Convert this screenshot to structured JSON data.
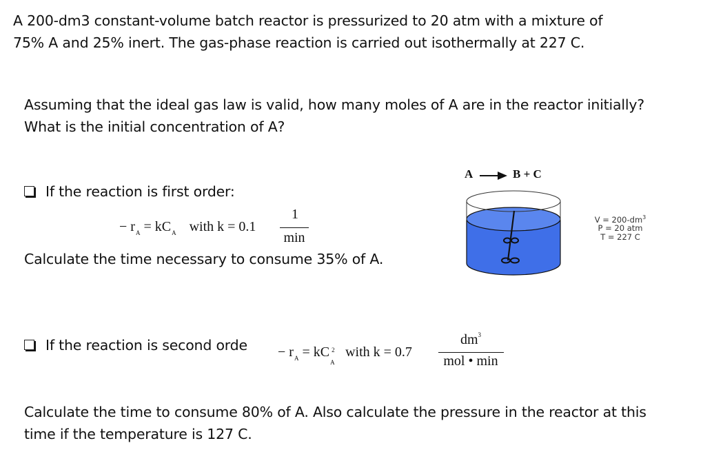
{
  "problem": {
    "intro_line1": "A 200-dm3 constant-volume batch reactor is pressurized to 20 atm with a mixture of",
    "intro_line2": "75% A and 25% inert. The gas-phase reaction is carried out isothermally at 227 C.",
    "question1_line1": "Assuming that the ideal gas law is valid, how many moles of A are in the reactor initially?",
    "question1_line2": "What is the initial concentration of A?",
    "first_order": {
      "heading": "If the reaction is first order:",
      "eq_lhs": "− r",
      "eq_sub_a": "A",
      "eq_mid": " = kC",
      "eq_sub_b": "A",
      "eq_with": "with k = 0.1",
      "k_numerator": "1",
      "k_denominator": "min",
      "task": "Calculate the time necessary to consume 35% of A."
    },
    "second_order": {
      "heading": "If the reaction is second orde",
      "eq_lhs": "− r",
      "eq_sub_a": "A",
      "eq_mid": " = kC",
      "eq_sup": "2",
      "eq_sub_b": "A",
      "eq_with": "with k = 0.7",
      "k_numerator": "dm",
      "k_numerator_sup": "3",
      "k_denominator": "mol • min",
      "task_line1": "Calculate the time to consume 80% of A. Also calculate the pressure in the reactor at this",
      "task_line2": "time if the temperature is 127 C."
    }
  },
  "diagram": {
    "reaction_lhs": "A",
    "reaction_rhs": "B + C",
    "liquid_color": "#3f6fe8",
    "liquid_top_color": "#5a86ee",
    "conditions": {
      "volume_label": "V = 200-dm",
      "volume_sup": "3",
      "pressure_label": "P = 20 atm",
      "temperature_label": "T = 227 C"
    }
  }
}
